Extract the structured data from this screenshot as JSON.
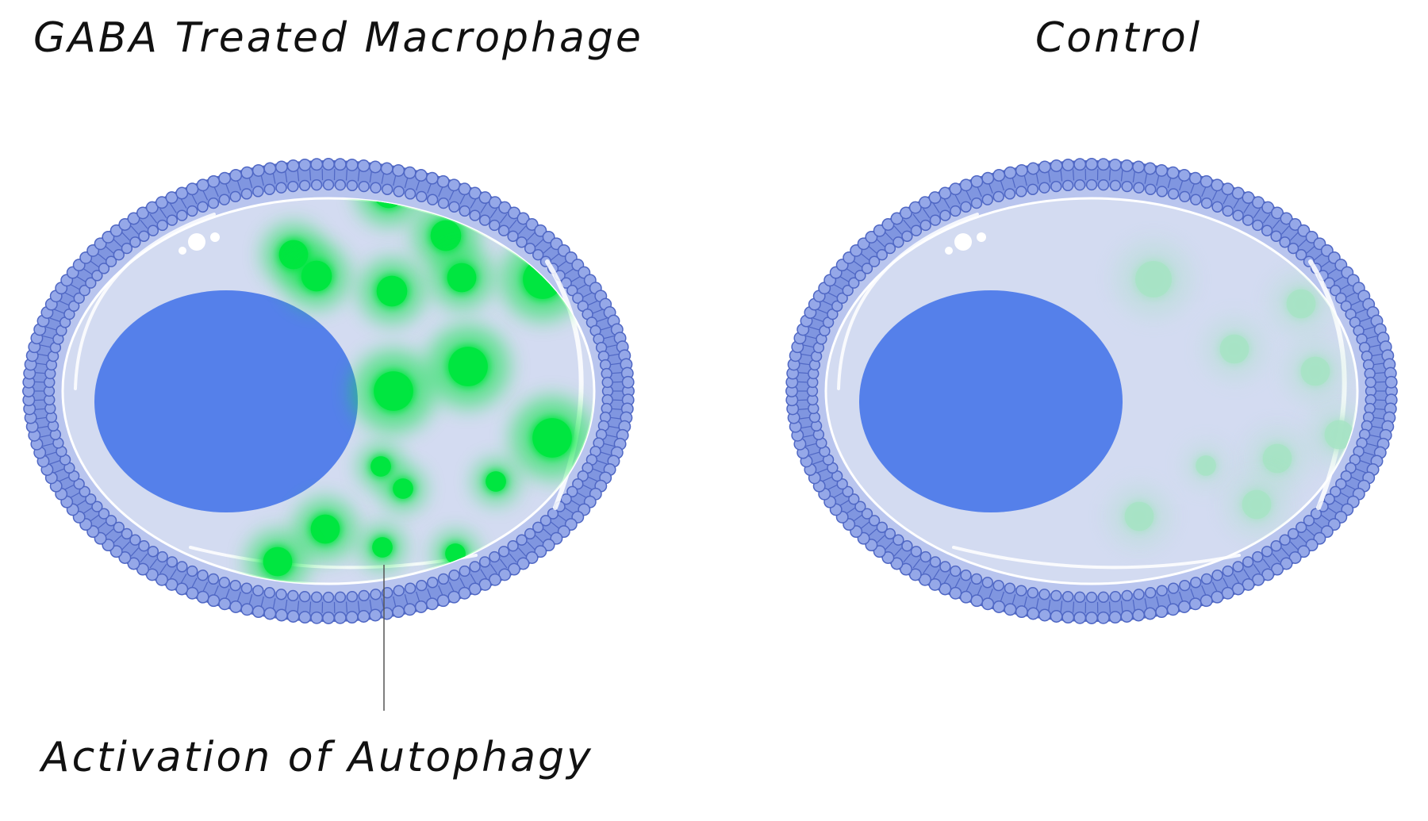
{
  "labels": {
    "treated_title": "GABA Treated Macrophage",
    "control_title": "Control",
    "callout": "Activation of Autophagy"
  },
  "colors": {
    "membrane": "#8096e0",
    "membrane_stroke": "#4f67c4",
    "cytoplasm": "#d3dbf1",
    "nucleus": "#5580ea",
    "autophagosome_active": "#00e640",
    "autophagosome_faint": "#a6e3c4",
    "leader_line": "#555555"
  },
  "icons": {
    "cell": "macrophage-cell-icon",
    "nucleus": "nucleus-icon",
    "vesicle": "autophagosome-icon"
  }
}
